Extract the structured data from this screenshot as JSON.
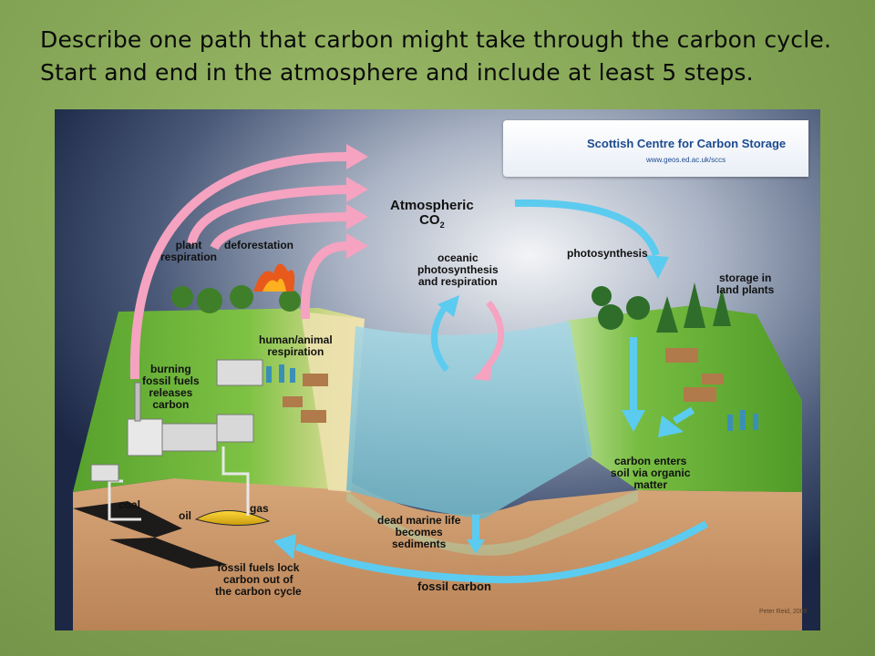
{
  "question": "Describe one path that carbon might take through the carbon cycle.  Start and end in the atmosphere and include at least 5 steps.",
  "logo": {
    "name": "Scottish Centre for Carbon Storage",
    "url": "www.geos.ed.ac.uk/sccs"
  },
  "labels": {
    "atmospheric": "Atmospheric",
    "co2": "CO",
    "co2_sub": "2",
    "plant_respiration_1": "plant",
    "plant_respiration_2": "respiration",
    "deforestation": "deforestation",
    "oceanic_1": "oceanic",
    "oceanic_2": "photosynthesis",
    "oceanic_3": "and respiration",
    "photosynthesis": "photosynthesis",
    "storage_1": "storage in",
    "storage_2": "land plants",
    "human_1": "human/animal",
    "human_2": "respiration",
    "burning_1": "burning",
    "burning_2": "fossil fuels",
    "burning_3": "releases",
    "burning_4": "carbon",
    "soil_1": "carbon enters",
    "soil_2": "soil via organic",
    "soil_3": "matter",
    "coal": "coal",
    "oil": "oil",
    "gas": "gas",
    "marine_1": "dead marine life",
    "marine_2": "becomes",
    "marine_3": "sediments",
    "lock_1": "fossil fuels lock",
    "lock_2": "carbon out of",
    "lock_3": "the carbon cycle",
    "fossil_carbon": "fossil carbon"
  },
  "credit": "Peter Reid, 2009",
  "colors": {
    "pink_arrow": "#f5a3c0",
    "blue_arrow": "#5ccbf0",
    "sky_dark": "#1d2d4e",
    "ground": "#c8976a",
    "grass": "#6fb33a",
    "water": "#8ecad8"
  }
}
